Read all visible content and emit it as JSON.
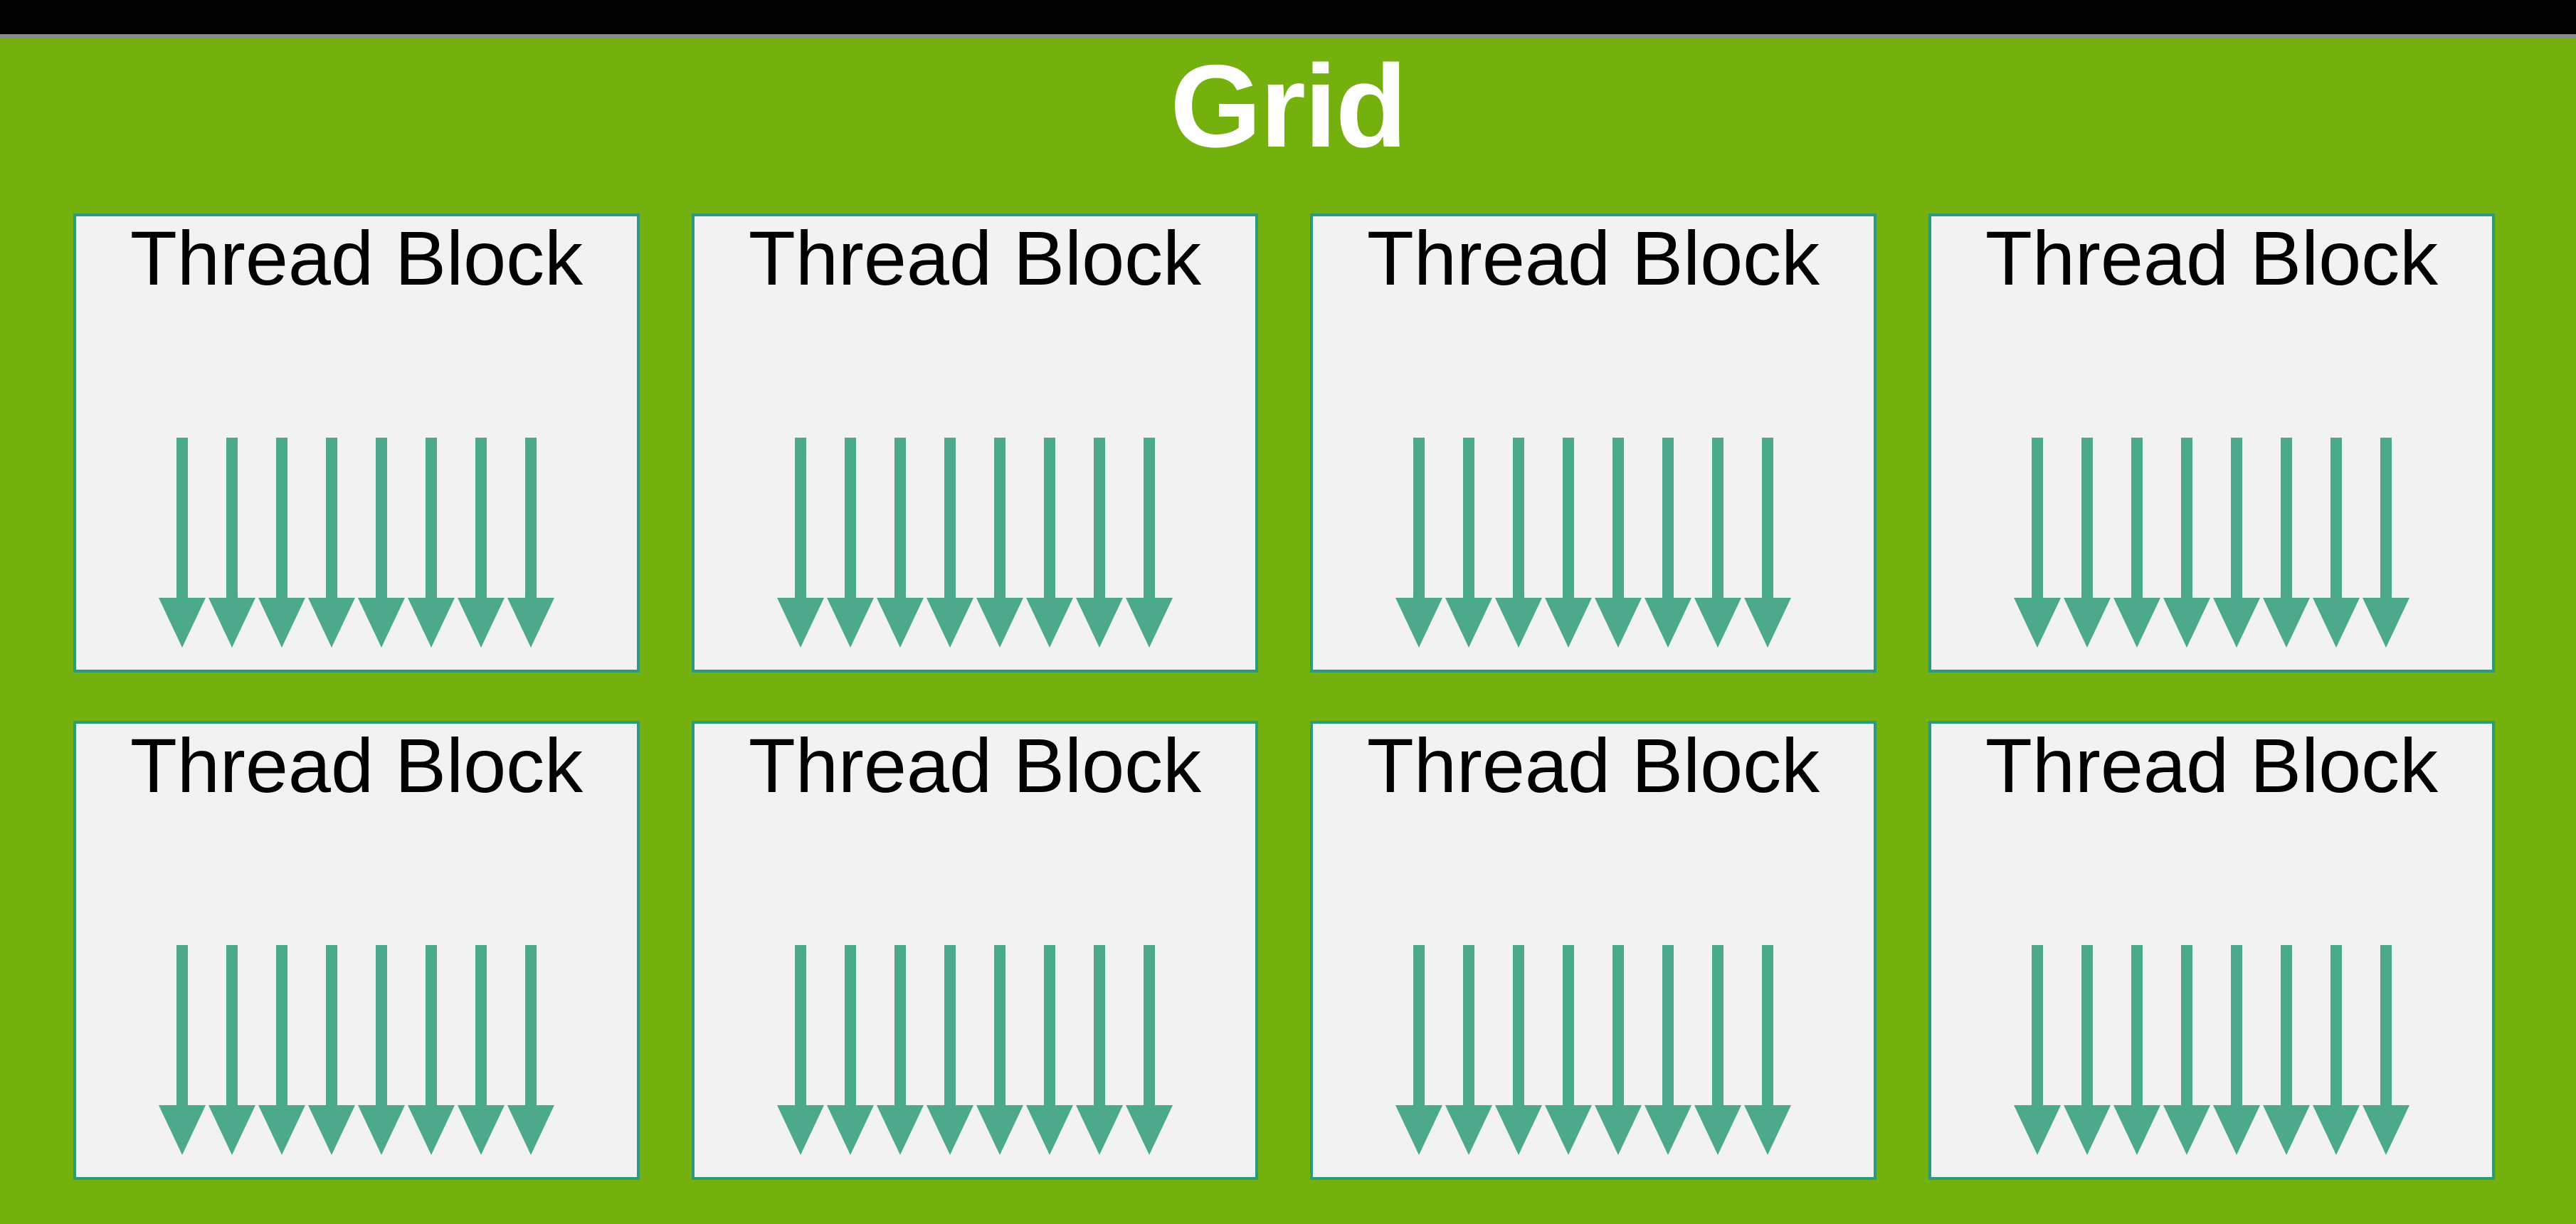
{
  "title": "Grid",
  "grid": {
    "rows": 2,
    "columns": 4,
    "threads_per_block": 8,
    "blocks": [
      {
        "label": "Thread Block"
      },
      {
        "label": "Thread Block"
      },
      {
        "label": "Thread Block"
      },
      {
        "label": "Thread Block"
      },
      {
        "label": "Thread Block"
      },
      {
        "label": "Thread Block"
      },
      {
        "label": "Thread Block"
      },
      {
        "label": "Thread Block"
      }
    ]
  },
  "colors": {
    "top_bar": "#000000",
    "top_bar_divider": "#8C8C8C",
    "panel_green": "#74B00E",
    "box_fill": "#F2F2F2",
    "box_border": "#2E9A7C",
    "arrow": "#4CA98B",
    "title_text": "#FFFFFF",
    "block_label_text": "#000000"
  }
}
